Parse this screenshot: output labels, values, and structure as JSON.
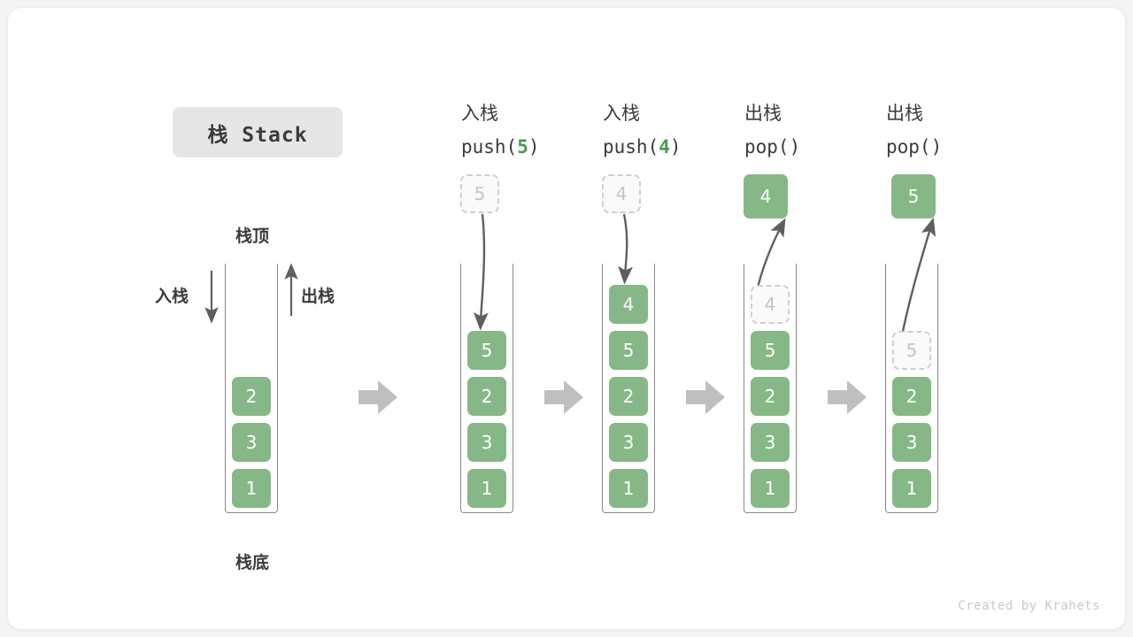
{
  "title_badge": {
    "label": "栈 Stack"
  },
  "footer": {
    "credit": "Created by Krahets"
  },
  "annotations": {
    "top_label": "栈顶",
    "bottom_label": "栈底",
    "push_label": "入栈",
    "pop_label": "出栈"
  },
  "colors": {
    "item_green": "#86b887",
    "accent_green": "#4a9b4e",
    "ghost_border": "#cfcfcf",
    "arrow_gray": "#5f5f5f",
    "flow_arrow_gray": "#bfbfbf",
    "container_border": "#8a8a8a",
    "badge_bg": "#e6e6e6",
    "text_dark": "#3b3b3b"
  },
  "steps": [
    {
      "id": "initial",
      "op_cn": "",
      "op_code": "",
      "items": [
        "2",
        "3",
        "1"
      ],
      "ghost": null,
      "floating": null
    },
    {
      "id": "push5",
      "op_cn": "入栈",
      "op_code_prefix": "push(",
      "op_code_num": "5",
      "op_code_suffix": ")",
      "items": [
        "5",
        "2",
        "3",
        "1"
      ],
      "ghost": null,
      "ghost_above": "5",
      "floating": null
    },
    {
      "id": "push4",
      "op_cn": "入栈",
      "op_code_prefix": "push(",
      "op_code_num": "4",
      "op_code_suffix": ")",
      "items": [
        "4",
        "5",
        "2",
        "3",
        "1"
      ],
      "ghost": null,
      "ghost_above": "4",
      "floating": null
    },
    {
      "id": "pop1",
      "op_cn": "出栈",
      "op_code_prefix": "pop(",
      "op_code_num": "",
      "op_code_suffix": ")",
      "items": [
        "5",
        "2",
        "3",
        "1"
      ],
      "ghost_in_stack": "4",
      "floating": "4"
    },
    {
      "id": "pop2",
      "op_cn": "出栈",
      "op_code_prefix": "pop(",
      "op_code_num": "",
      "op_code_suffix": ")",
      "items": [
        "2",
        "3",
        "1"
      ],
      "ghost_in_stack": "5",
      "floating": "5"
    }
  ],
  "chart_data": {
    "type": "diagram",
    "title": "栈 Stack",
    "description": "Stack push/pop operation sequence",
    "sequence": [
      {
        "state": [
          "2",
          "3",
          "1"
        ],
        "operation": null
      },
      {
        "state": [
          "5",
          "2",
          "3",
          "1"
        ],
        "operation": "push(5)"
      },
      {
        "state": [
          "4",
          "5",
          "2",
          "3",
          "1"
        ],
        "operation": "push(4)"
      },
      {
        "state": [
          "5",
          "2",
          "3",
          "1"
        ],
        "operation": "pop()",
        "returned": "4"
      },
      {
        "state": [
          "2",
          "3",
          "1"
        ],
        "operation": "pop()",
        "returned": "5"
      }
    ]
  }
}
